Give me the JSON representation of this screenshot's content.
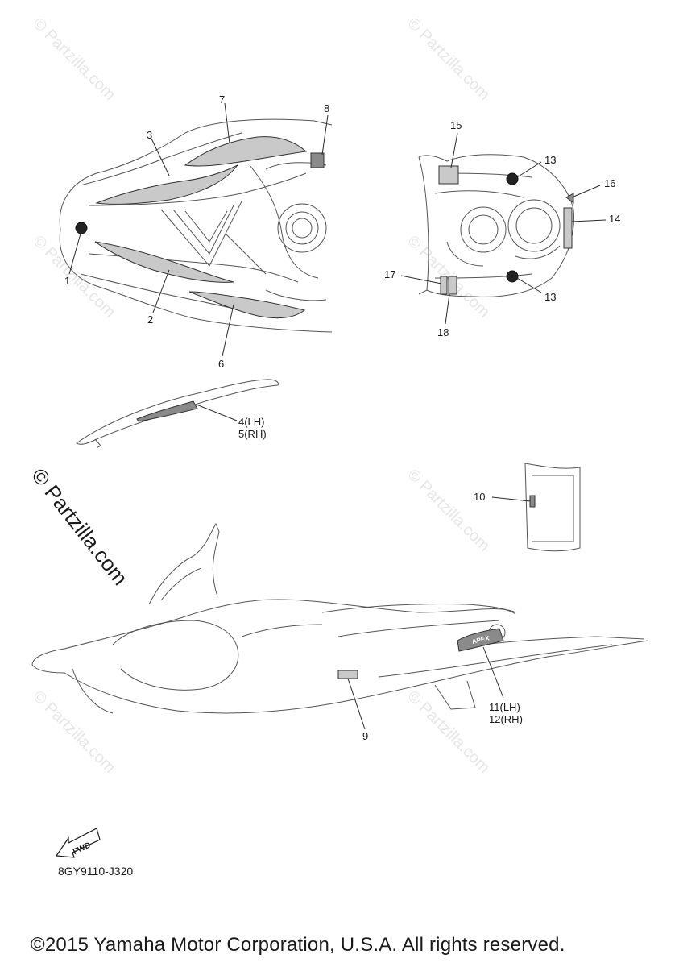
{
  "callouts": {
    "c1": "1",
    "c2": "2",
    "c3": "3",
    "c4": "4(LH)",
    "c5": "5(RH)",
    "c6": "6",
    "c7": "7",
    "c8": "8",
    "c9": "9",
    "c10": "10",
    "c11": "11(LH)",
    "c12": "12(RH)",
    "c13a": "13",
    "c13b": "13",
    "c14": "14",
    "c15": "15",
    "c16": "16",
    "c17": "17",
    "c18": "18"
  },
  "apex_label": "APEX",
  "fwd_label": "FWD",
  "diagram_code": "8GY9110-J320",
  "watermark": "© Partzilla.com",
  "copyright": "©2015 Yamaha Motor Corporation, U.S.A. All rights reserved."
}
